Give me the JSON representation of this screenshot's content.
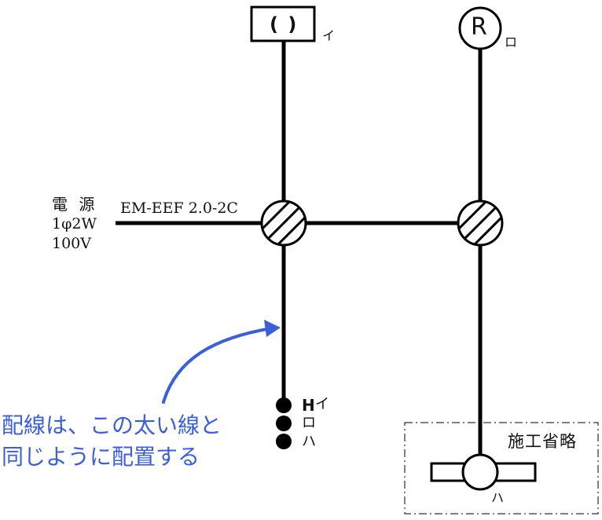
{
  "power": {
    "line1": "電 源",
    "line2": "1φ2W",
    "line3": "100V"
  },
  "cable_label": "EM-EEF 2.0-2C",
  "fixture_i": {
    "symbol": "( )",
    "label": "イ"
  },
  "fixture_ro": {
    "symbol": "R",
    "label": "ロ"
  },
  "switches": {
    "h_label": "H",
    "labels": [
      "イ",
      "ロ",
      "ハ"
    ]
  },
  "omitted_area": {
    "label": "施工省略",
    "fixture_label": "ハ"
  },
  "note": {
    "line1": "配線は、この太い線と",
    "line2": "同じように配置する"
  },
  "colors": {
    "wire": "#000000",
    "note": "#3b5fd9"
  }
}
